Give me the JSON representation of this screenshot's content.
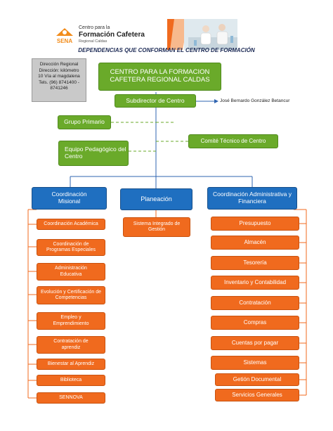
{
  "header": {
    "brand": "SENA",
    "logo_line1": "Centro para la",
    "logo_line2": "Formación Cafetera",
    "logo_line3": "Regional Caldas",
    "title": "DEPENDENCIAS QUE CONFORMAN EL CENTRO DE FORMACIÓN"
  },
  "address": {
    "line1": "Dirección Regional",
    "line2": "Dirección: kilómetro",
    "line3": "10 Vía al magdalena",
    "line4": "Tels. (96) 8741400 -",
    "line5": "8741246"
  },
  "org": {
    "root": "CENTRO PARA LA FORMACION CAFETERA REGIONAL CALDAS",
    "subdirector": "Subdirector de Centro",
    "subdirector_name": "José Bernardo González Betancur",
    "grupo_primario": "Grupo Primario",
    "equipo_pedagogico": "Equipo Pedagógico del Centro",
    "comite_tecnico": "Comité Técnico de Centro"
  },
  "branches": {
    "misional": {
      "label": "Coordinación Misional",
      "items": [
        "Coordinación Académica",
        "Coordinación de Programas Especiales",
        "Administración Educativa",
        "Evolución y Certificación de Competencias",
        "Empleo y Emprendimiento",
        "Contratación de aprendiz",
        "Bienestar al Aprendiz",
        "Biblioteca",
        "SENNOVA"
      ]
    },
    "planeacion": {
      "label": "Planeación",
      "items": [
        "Sistema Integrado de Gestión"
      ]
    },
    "administrativa": {
      "label": "Coordinación Administrativa y Financiera",
      "items": [
        "Presupuesto",
        "Almacén",
        "Tesorería",
        "Inventario y Contabilidad",
        "Contratación",
        "Compras",
        "Cuentas por pagar",
        "Sistemas",
        "Getión Documental",
        "Servicios Generales"
      ]
    }
  },
  "colors": {
    "green": "#6aaa2a",
    "blue": "#1f6fc0",
    "orange": "#f06a1e",
    "sena_orange": "#f28c1b",
    "title_navy": "#1c2a55"
  }
}
